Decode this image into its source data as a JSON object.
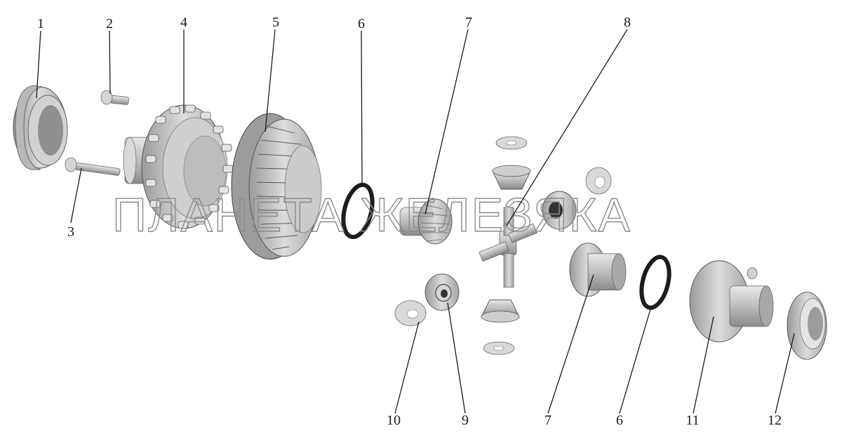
{
  "watermark": "ПЛАНЕТА ЖЕЛЕЗЯКА",
  "callouts": {
    "c1": "1",
    "c2": "2",
    "c3": "3",
    "c4": "4",
    "c5": "5",
    "c6a": "6",
    "c7a": "7",
    "c8": "8",
    "c9": "9",
    "c10": "10",
    "c7b": "7",
    "c6b": "6",
    "c11": "11",
    "c12": "12"
  },
  "colors": {
    "metal": "#c9c9c9",
    "metal_dark": "#7e7e7e",
    "metal_light": "#ececec",
    "seal": "#1c1c1c",
    "ink": "#1a1a1a"
  }
}
